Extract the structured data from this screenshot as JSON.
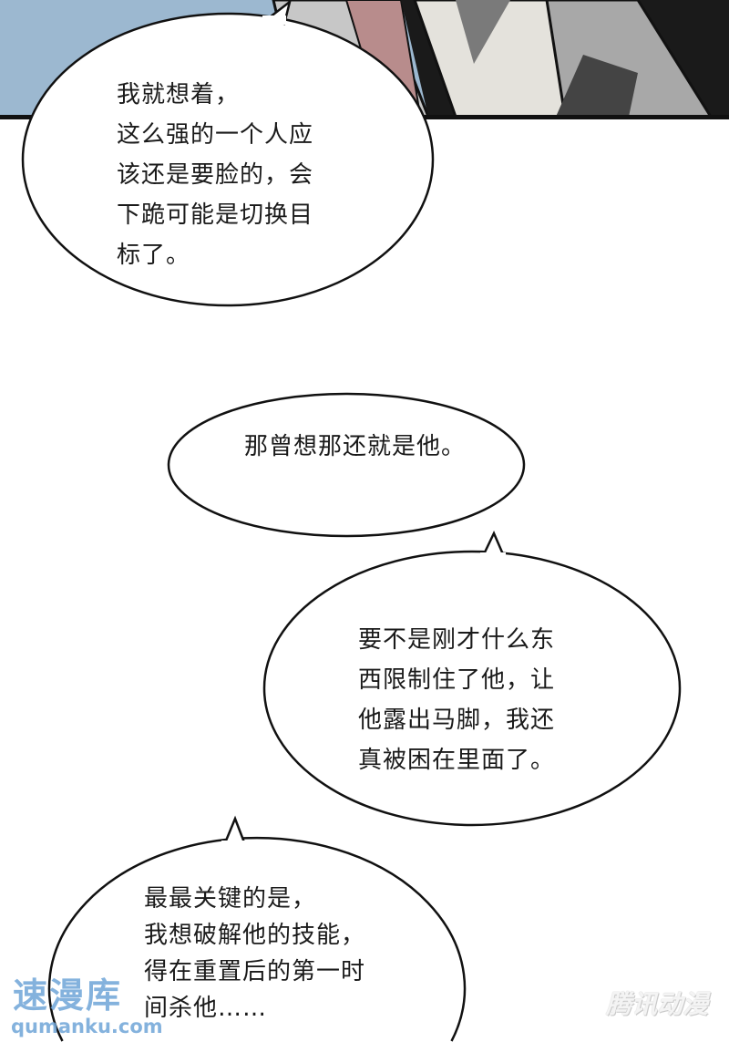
{
  "panel": {
    "background_color": "#9cb8d0"
  },
  "bubbles": [
    {
      "lines": "我就想着，\n这么强的一个人应\n该还是要脸的，会\n下跪可能是切换目\n标了。"
    },
    {
      "lines": "那曾想那还就是他。"
    },
    {
      "lines": "要不是刚才什么东\n西限制住了他，让\n他露出马脚，我还\n真被困在里面了。"
    },
    {
      "lines": "最最关键的是，\n我想破解他的技能，\n得在重置后的第一时\n间杀他……"
    }
  ],
  "watermarks": {
    "site_name": "速漫库",
    "site_url": "qumanku.com",
    "publisher": "腾讯动漫"
  }
}
